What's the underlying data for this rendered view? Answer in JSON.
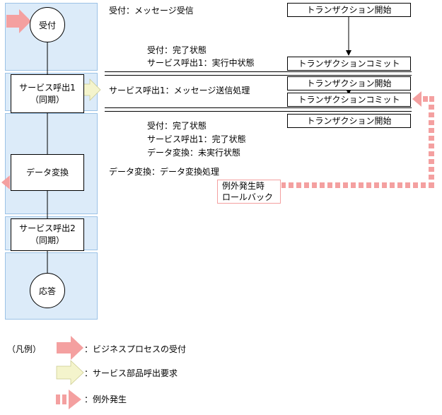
{
  "flow": {
    "receive": "受付",
    "call1_line1": "サービス呼出1",
    "call1_line2": "（同期）",
    "convert": "データ変換",
    "call2_line1": "サービス呼出2",
    "call2_line2": "（同期）",
    "response": "応答"
  },
  "transactions": {
    "start1": "トランザクション開始",
    "commit1": "トランザクションコミット",
    "start2": "トランザクション開始",
    "commit2": "トランザクションコミット",
    "start3": "トランザクション開始"
  },
  "labels": {
    "recv_msg": "受付：メッセージ受信",
    "state1_a": "受付：完了状態",
    "state1_b": "サービス呼出1：実行中状態",
    "call1_proc": "サービス呼出1：メッセージ送信処理",
    "state2_a": "受付：完了状態",
    "state2_b": "サービス呼出1：完了状態",
    "state2_c": "データ変換：未実行状態",
    "convert_proc": "データ変換：データ変換処理",
    "exception_1": "例外発生時",
    "exception_2": "ロールバック"
  },
  "legend": {
    "title": "（凡例）",
    "item1": "：ビジネスプロセスの受付",
    "item2": "：サービス部品呼出要求",
    "item3": "：例外発生"
  },
  "colors": {
    "lane_fill": "#dcebf9",
    "lane_border": "#9cc2e6",
    "receive_arrow": "#f4a0a0",
    "call_arrow": "#f4f4cc",
    "exception_arrow": "#f4a0a0"
  }
}
